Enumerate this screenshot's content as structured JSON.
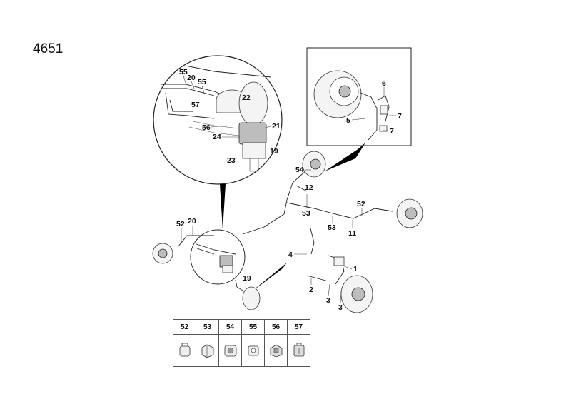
{
  "diagram": {
    "title": "4651",
    "callouts": {
      "detail_55a": "55",
      "detail_20": "20",
      "detail_55b": "55",
      "detail_22": "22",
      "detail_57": "57",
      "detail_56": "56",
      "detail_21": "21",
      "detail_24": "24",
      "detail_19": "19",
      "detail_23": "23",
      "drum_6": "6",
      "drum_5": "5",
      "drum_7a": "7",
      "drum_7b": "7",
      "main_54": "54",
      "main_12": "12",
      "main_53a": "53",
      "main_52a": "52",
      "main_53b": "53",
      "main_11": "11",
      "main_52b": "52",
      "main_20": "20",
      "main_4": "4",
      "main_1": "1",
      "main_19": "19",
      "main_2": "2",
      "main_3a": "3",
      "main_3b": "3"
    }
  },
  "clip_table": {
    "headers": [
      "52",
      "53",
      "54",
      "55",
      "56",
      "57"
    ],
    "icons": [
      "clip-52-icon",
      "clip-53-icon",
      "clip-54-icon",
      "clip-55-icon",
      "clip-56-icon",
      "clip-57-icon"
    ]
  }
}
